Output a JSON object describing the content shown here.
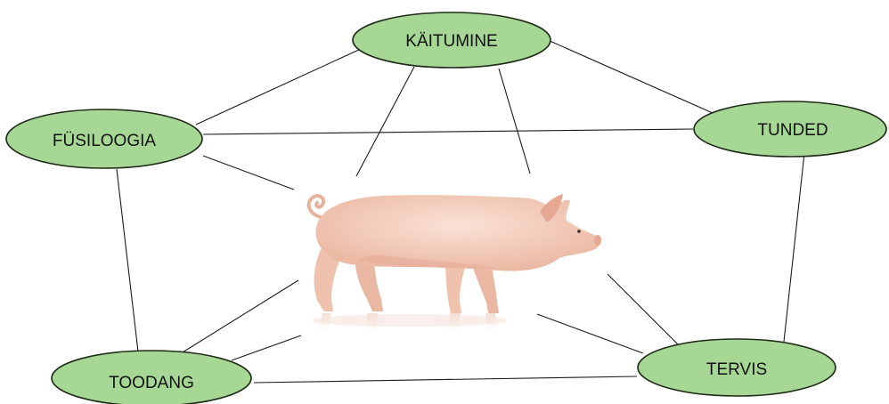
{
  "nodes": {
    "behaviour": "KÄITUMINE",
    "feelings": "TUNDED",
    "physiology": "FÜSILOOGIA",
    "production": "TOODANG",
    "health": "TERVIS"
  },
  "central_image": "pig-illustration",
  "colors": {
    "node_fill": "#a7d795",
    "node_stroke": "#1f2a18",
    "connector": "#1a1a1a",
    "pig_body": "#f2cab7",
    "pig_shadow": "#e3a894",
    "background": "#ffffff"
  }
}
